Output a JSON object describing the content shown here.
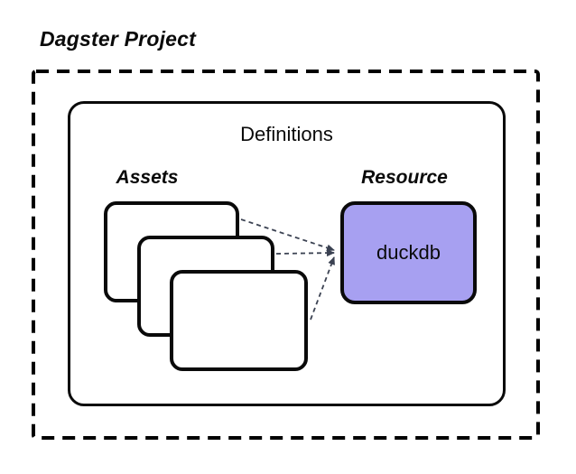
{
  "diagram": {
    "title": "Dagster Project",
    "definitions": {
      "label": "Definitions"
    },
    "assets": {
      "label": "Assets",
      "card_count": 3
    },
    "resource": {
      "label": "Resource",
      "node_label": "duckdb"
    },
    "connections": [
      {
        "from": "asset-card-1",
        "to": "resource-node-duckdb",
        "style": "dashed-arrow"
      },
      {
        "from": "asset-card-2",
        "to": "resource-node-duckdb",
        "style": "dashed-arrow"
      },
      {
        "from": "asset-card-3",
        "to": "resource-node-duckdb",
        "style": "dashed-arrow"
      }
    ],
    "colors": {
      "resource_fill": "#a7a0f1",
      "outline": "#0a0a0a",
      "connector": "#3b4252",
      "background": "#ffffff"
    }
  }
}
